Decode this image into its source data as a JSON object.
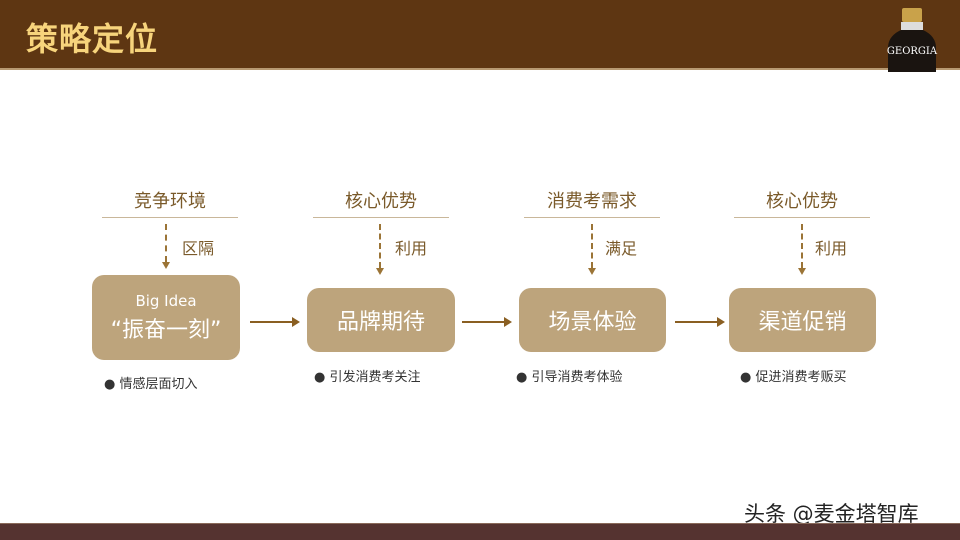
{
  "header": {
    "title": "策略定位",
    "logo_text": "GEORGIA"
  },
  "columns": [
    {
      "heading": "竞争环境",
      "connector": "区隔",
      "box_sub": "Big Idea",
      "box_main": "“振奋一刻”",
      "bullet": "情感层面切入"
    },
    {
      "heading": "核心优势",
      "connector": "利用",
      "box_main": "品牌期待",
      "bullet": "引发消费考关注"
    },
    {
      "heading": "消费考需求",
      "connector": "满足",
      "box_main": "场景体验",
      "bullet": "引导消费考体验"
    },
    {
      "heading": "核心优势",
      "connector": "利用",
      "box_main": "渠道促销",
      "bullet": "促进消费考贩买"
    }
  ],
  "watermark": "头条 @麦金塔智库",
  "colors": {
    "header": "#5e3612",
    "title": "#f7d47c",
    "box": "#bda47c",
    "footer": "#553330"
  }
}
